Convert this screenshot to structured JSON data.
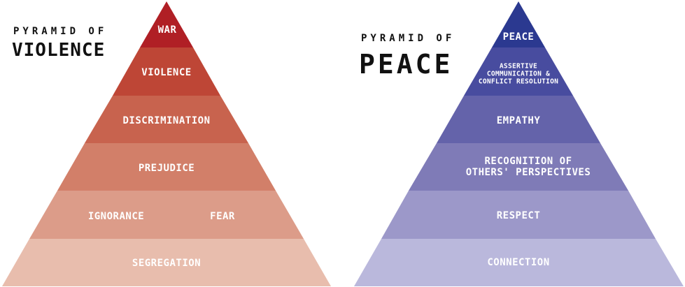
{
  "violence": {
    "title_line1": "PYRAMID OF",
    "title_line2": "VIOLENCE",
    "levels": [
      {
        "label": "WAR",
        "color": "#B01F25"
      },
      {
        "label": "VIOLENCE",
        "color": "#BE4636"
      },
      {
        "label": "DISCRIMINATION",
        "color": "#C8634E"
      },
      {
        "label": "PREJUDICE",
        "color": "#D27F69"
      },
      {
        "label_left": "IGNORANCE",
        "label_right": "FEAR",
        "color": "#DC9C89"
      },
      {
        "label": "SEGREGATION",
        "color": "#E8BDAD"
      }
    ]
  },
  "peace": {
    "title_line1": "PYRAMID OF",
    "title_line2": "PEACE",
    "levels": [
      {
        "label": "PEACE",
        "color": "#2B3990"
      },
      {
        "line1": "ASSERTIVE",
        "line2": "COMMUNICATION &",
        "line3": "CONFLICT RESOLUTION",
        "color": "#484C9F"
      },
      {
        "label": "EMPATHY",
        "color": "#6463AA"
      },
      {
        "line1": "RECOGNITION OF",
        "line2": "OTHERS' PERSPECTIVES",
        "color": "#7F7BB7"
      },
      {
        "label": "RESPECT",
        "color": "#9C98C9"
      },
      {
        "label": "CONNECTION",
        "color": "#BAB8DC"
      }
    ]
  }
}
